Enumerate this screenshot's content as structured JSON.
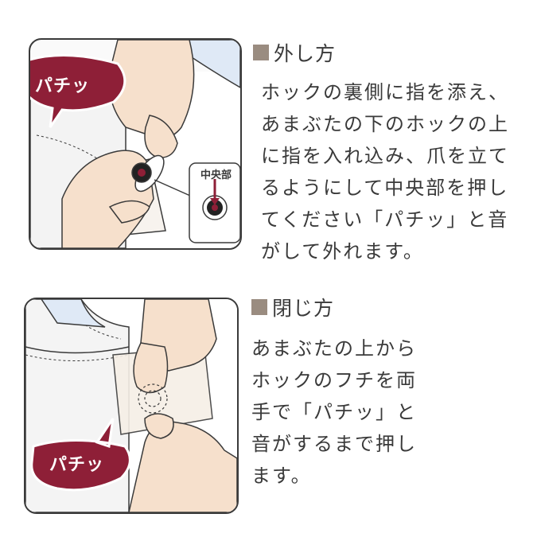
{
  "remove": {
    "heading": "外し方",
    "lines": [
      "ホックの裏側に指を添え、",
      "あまぶたの下のホックの上",
      "に指を入れ込み、爪を立て",
      "るようにして中央部を押し",
      "てください「パチッ」と音",
      "がして外れます。"
    ],
    "bubble": "パチッ",
    "callout": "中央部"
  },
  "close": {
    "heading": "閉じ方",
    "lines": [
      "あまぶたの上から",
      "ホックのフチを両",
      "手で「パチッ」と",
      "音がするまで押し",
      "ます。"
    ],
    "bubble": "パチッ"
  },
  "colors": {
    "bubble": "#8e1f37",
    "heading_square": "#9a8c80",
    "skin": "#f6e0cc",
    "outline": "#3a3a3a"
  }
}
